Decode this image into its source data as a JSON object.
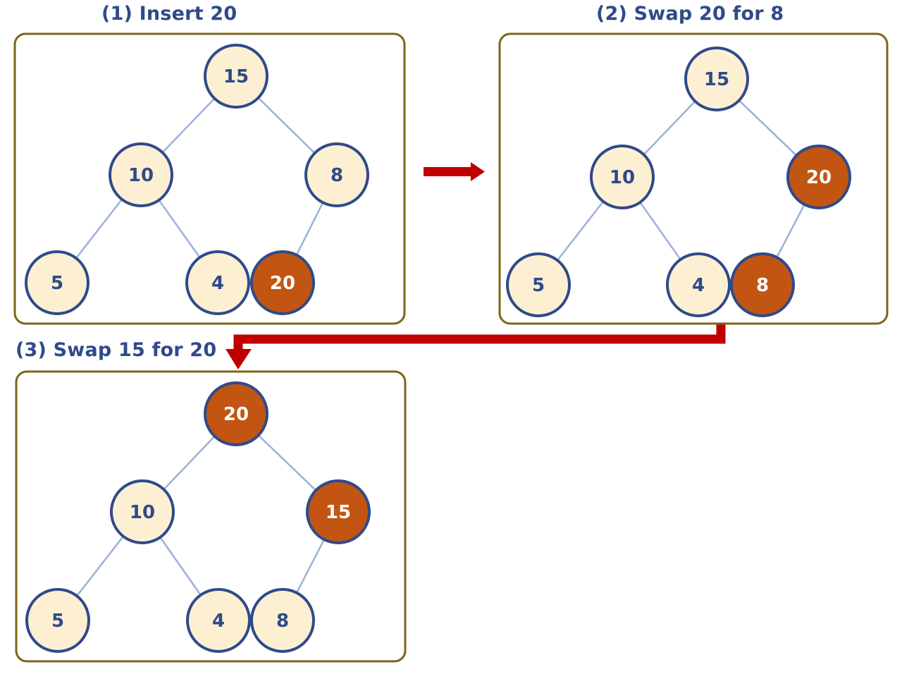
{
  "colors": {
    "title": "#2f4a8a",
    "panel_border": "#7d6515",
    "edge": "#9bb1d8",
    "node_fill": "#fdf0d2",
    "node_border": "#2f4a8a",
    "node_text": "#2f4a8a",
    "highlight_fill": "#c25511",
    "highlight_border": "#2f4a8a",
    "highlight_text": "#ffffff",
    "arrow": "#c00000"
  },
  "panels": [
    {
      "title": "(1) Insert 20",
      "nodes": [
        {
          "id": "root",
          "label": "15",
          "highlight": false
        },
        {
          "id": "left",
          "label": "10",
          "highlight": false
        },
        {
          "id": "right",
          "label": "8",
          "highlight": false
        },
        {
          "id": "left-left",
          "label": "5",
          "highlight": false
        },
        {
          "id": "left-right",
          "label": "4",
          "highlight": false
        },
        {
          "id": "right-left",
          "label": "20",
          "highlight": true
        }
      ]
    },
    {
      "title": "(2) Swap 20 for 8",
      "nodes": [
        {
          "id": "root",
          "label": "15",
          "highlight": false
        },
        {
          "id": "left",
          "label": "10",
          "highlight": false
        },
        {
          "id": "right",
          "label": "20",
          "highlight": true
        },
        {
          "id": "left-left",
          "label": "5",
          "highlight": false
        },
        {
          "id": "left-right",
          "label": "4",
          "highlight": false
        },
        {
          "id": "right-left",
          "label": "8",
          "highlight": true
        }
      ]
    },
    {
      "title": "(3) Swap 15 for 20",
      "nodes": [
        {
          "id": "root",
          "label": "20",
          "highlight": true
        },
        {
          "id": "left",
          "label": "10",
          "highlight": false
        },
        {
          "id": "right",
          "label": "15",
          "highlight": true
        },
        {
          "id": "left-left",
          "label": "5",
          "highlight": false
        },
        {
          "id": "left-right",
          "label": "4",
          "highlight": false
        },
        {
          "id": "right-left",
          "label": "8",
          "highlight": false
        }
      ]
    }
  ]
}
